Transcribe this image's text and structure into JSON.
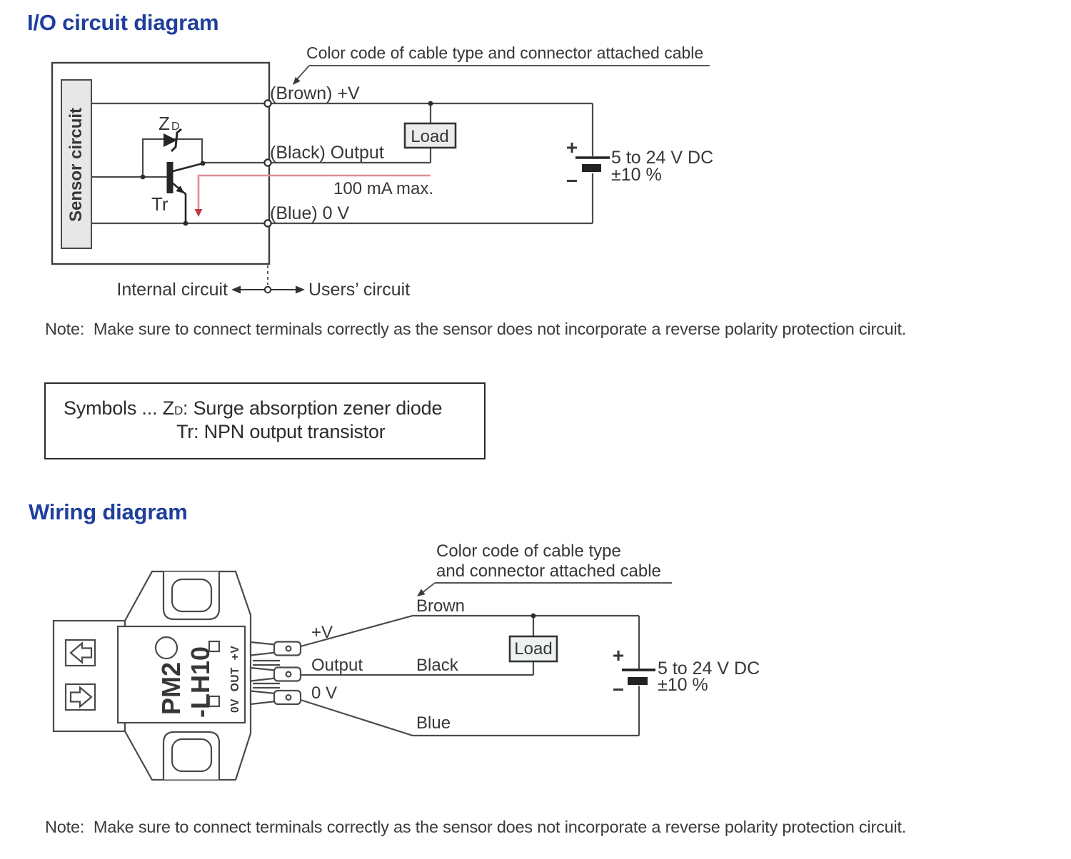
{
  "colors": {
    "title_blue": "#1e3f9c",
    "line_gray": "#4a4a4a",
    "red_line": "#dc8e97",
    "red_arrow": "#c13a44",
    "box_fill": "#e7e7e7"
  },
  "io": {
    "title": "I/O circuit diagram",
    "cable_note": "Color code of cable type and connector attached cable",
    "sensor_box": "Sensor circuit",
    "zener_main": "Z",
    "zener_sub": "D",
    "transistor": "Tr",
    "brown": "(Brown) +V",
    "black": "(Black) Output",
    "blue": "(Blue) 0 V",
    "current": "100 mA max.",
    "load": "Load",
    "plus": "+",
    "minus": "−",
    "supply1": "5 to 24 V DC",
    "supply2": "±10 %",
    "internal": "Internal circuit",
    "users": "Users’ circuit",
    "note": "Note:  Make sure to connect terminals correctly as the sensor does not incorporate a reverse polarity protection circuit."
  },
  "symbols": {
    "prefix": "Symbols ... Z",
    "sub": "D",
    "line1_rest": ": Surge absorption zener diode",
    "line2": "Tr: NPN output transistor"
  },
  "wiring": {
    "title": "Wiring diagram",
    "cable_note1": "Color code of cable type",
    "cable_note2": "and connector attached cable",
    "model1": "PM2",
    "model2": "-LH10",
    "pins": "0V OUT +V",
    "pv": "+V",
    "output": "Output",
    "zerov": "0 V",
    "brown": "Brown",
    "black": "Black",
    "blue": "Blue",
    "load": "Load",
    "plus": "+",
    "minus": "−",
    "supply1": "5 to 24 V DC",
    "supply2": "±10 %",
    "note": "Note:  Make sure to connect terminals correctly as the sensor does not incorporate a reverse polarity protection circuit."
  }
}
